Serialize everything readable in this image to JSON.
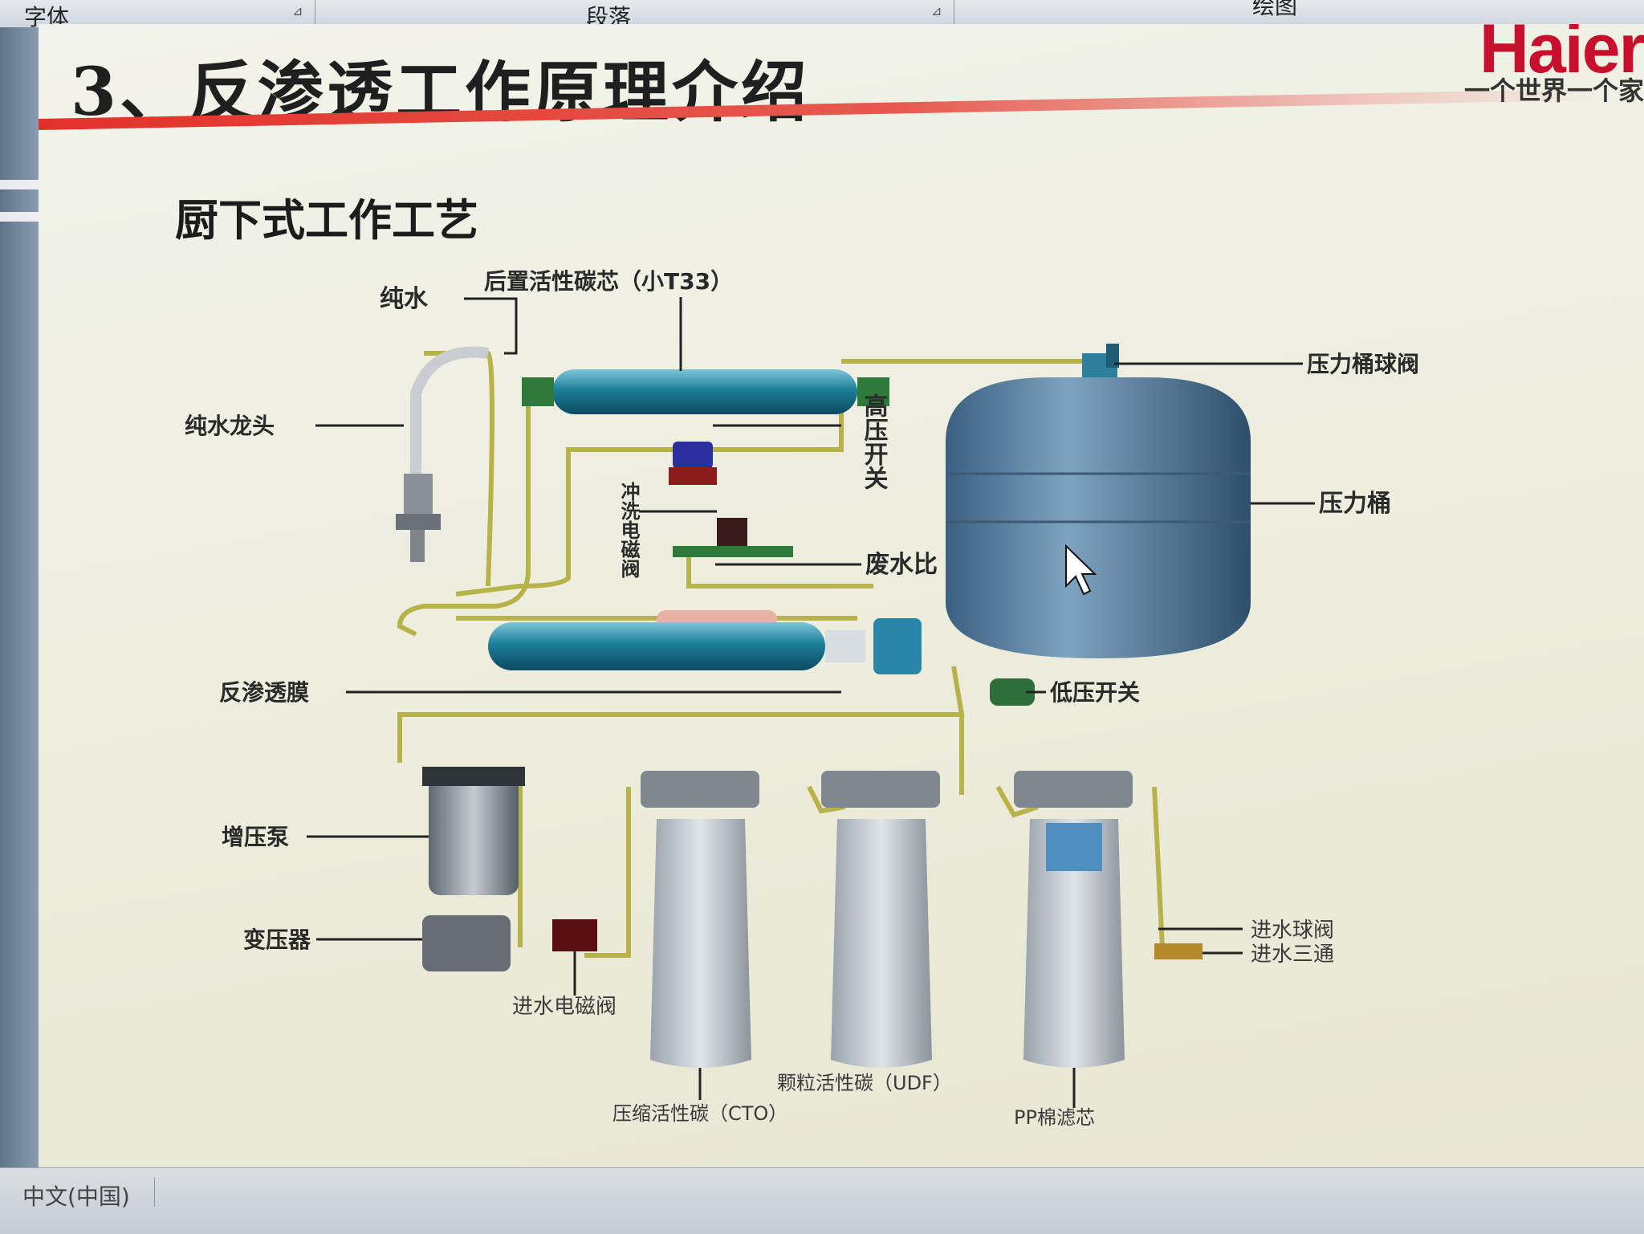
{
  "ribbon": {
    "font_group": "字体",
    "paragraph_group": "段落",
    "partial_group": "绘图"
  },
  "slide": {
    "title": "3、反渗透工作原理介绍",
    "subtitle": "厨下式工作工艺",
    "brand": {
      "logo_text": "Haier",
      "slogan": "一个世界一个家"
    },
    "accent_color": "#e2312a",
    "diagram_labels": {
      "pure_water": "纯水",
      "post_carbon": "后置活性碳芯（小T33）",
      "pressure_tank_valve": "压力桶球阀",
      "pure_faucet": "纯水龙头",
      "high_pressure_switch": "高压开关",
      "flush_valve": "冲洗电磁阀",
      "waste_ratio": "废水比",
      "pressure_tank": "压力桶",
      "ro_membrane": "反渗透膜",
      "low_pressure_switch": "低压开关",
      "booster_pump": "增压泵",
      "transformer": "变压器",
      "inlet_valve": "进水电磁阀",
      "inlet_ball_valve": "进水球阀",
      "inlet_tee": "进水三通",
      "udf": "颗粒活性碳（UDF）",
      "cto": "压缩活性碳（CTO）",
      "pp": "PP棉滤芯"
    }
  },
  "statusbar": {
    "language": "中文(中国)"
  }
}
